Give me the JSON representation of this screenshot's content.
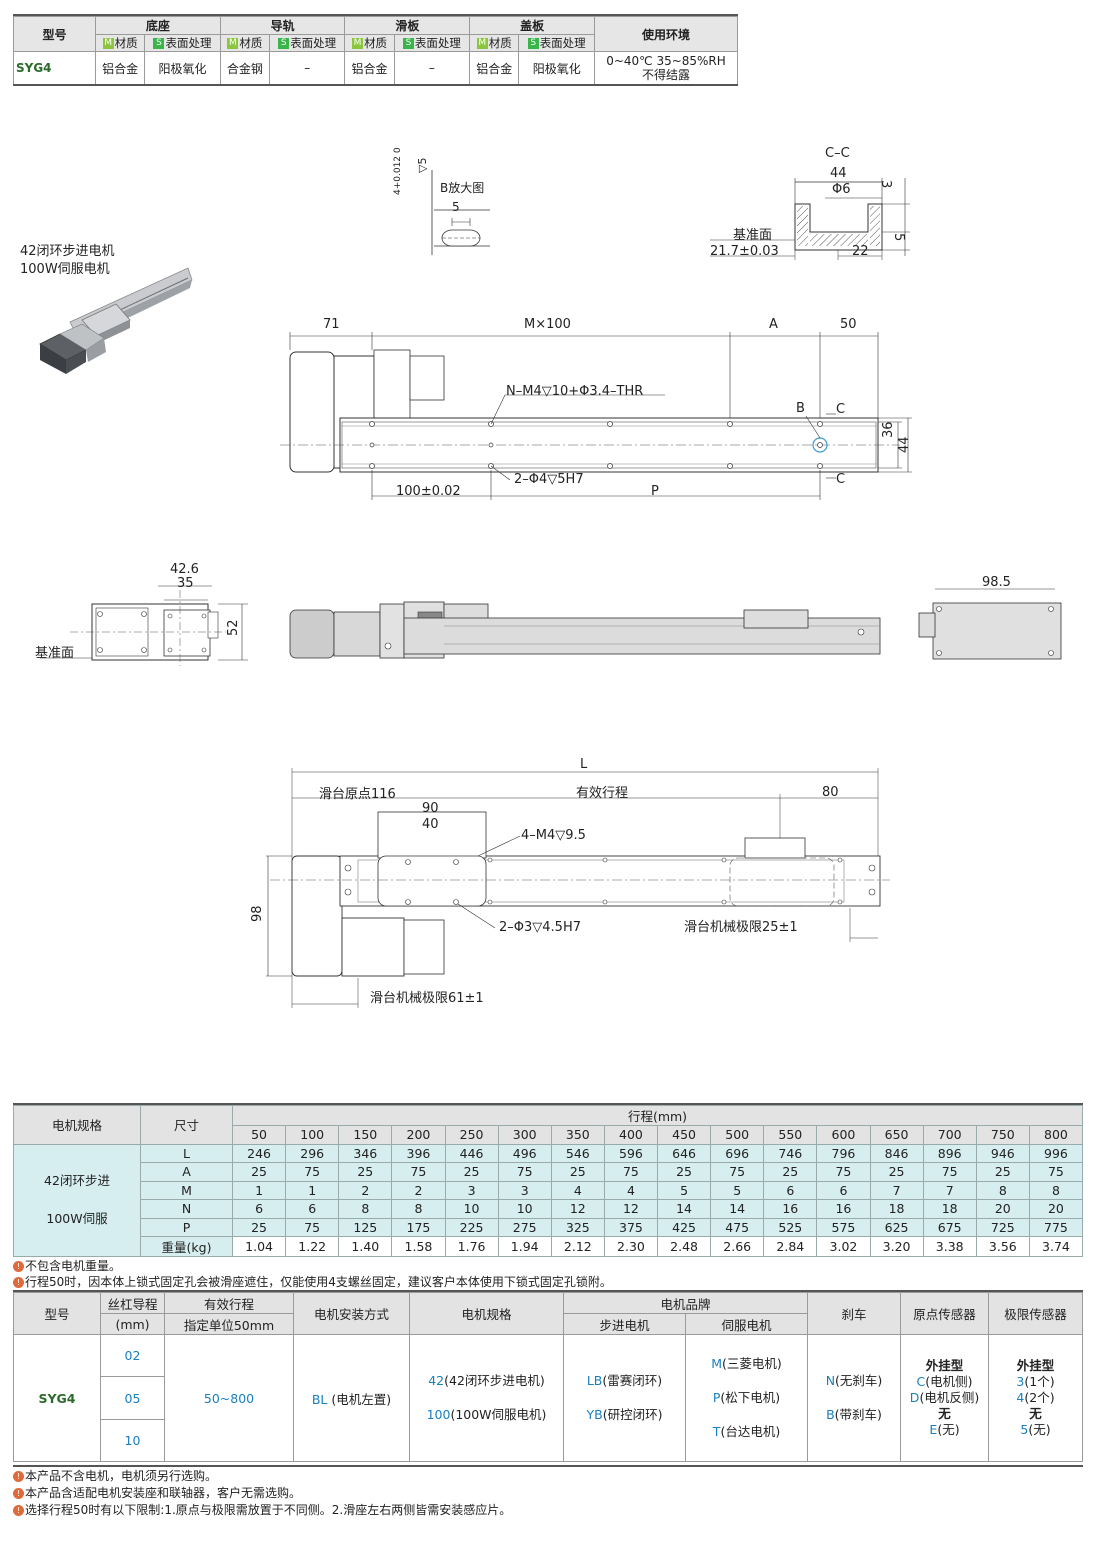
{
  "spec_table": {
    "h_model": "型号",
    "h_base": "底座",
    "h_rail": "导轨",
    "h_slider": "滑板",
    "h_cover": "盖板",
    "h_env": "使用环境",
    "m_badge": "M",
    "s_badge": "S",
    "h_material": "材质",
    "h_surface": "表面处理",
    "model": "SYG4",
    "base_mat": "铝合金",
    "base_surf": "阳极氧化",
    "rail_mat": "合金钢",
    "rail_surf": "–",
    "slider_mat": "铝合金",
    "slider_surf": "–",
    "cover_mat": "铝合金",
    "cover_surf": "阳极氧化",
    "env_line1": "0~40℃  35~85%RH",
    "env_line2": "不得结露"
  },
  "drawing": {
    "motor_line1": "42闭环步进电机",
    "motor_line2": "100W伺服电机",
    "detail_b": "B放大图",
    "detail_b_tol": "4+0.012 0",
    "detail_b_depth": "▽5",
    "detail_b_5": "5",
    "cc_title": "C–C",
    "cc_44": "44",
    "cc_phi6": "Φ6",
    "cc_3": "3",
    "cc_5": "5",
    "cc_22": "22",
    "cc_ref": "基准面",
    "cc_ref_dim": "21.7±0.03",
    "top_71": "71",
    "top_m100": "M×100",
    "top_a": "A",
    "top_50": "50",
    "top_n_m4": "N–M4▽10+Φ3.4–THR",
    "top_b": "B",
    "top_c1": "C",
    "top_c2": "C",
    "top_36": "36",
    "top_44": "44",
    "top_2phi4": "2–Φ4▽5H7",
    "top_100": "100±0.02",
    "top_p": "P",
    "side_426": "42.6",
    "side_35": "35",
    "side_52": "52",
    "side_ref": "基准面",
    "end_985": "98.5",
    "bot_l": "L",
    "bot_origin": "滑台原点116",
    "bot_stroke": "有效行程",
    "bot_80": "80",
    "bot_90": "90",
    "bot_40": "40",
    "bot_4m4": "4–M4▽9.5",
    "bot_98": "98",
    "bot_2phi3": "2–Φ3▽4.5H7",
    "bot_limit25": "滑台机械极限25±1",
    "bot_limit61": "滑台机械极限61±1"
  },
  "dim_table": {
    "h_motor": "电机规格",
    "h_size": "尺寸",
    "h_stroke": "行程(mm)",
    "strokes": [
      "50",
      "100",
      "150",
      "200",
      "250",
      "300",
      "350",
      "400",
      "450",
      "500",
      "550",
      "600",
      "650",
      "700",
      "750",
      "800"
    ],
    "motor1": "42闭环步进",
    "motor2": "100W伺服",
    "rows": [
      {
        "label": "L",
        "values": [
          "246",
          "296",
          "346",
          "396",
          "446",
          "496",
          "546",
          "596",
          "646",
          "696",
          "746",
          "796",
          "846",
          "896",
          "946",
          "996"
        ]
      },
      {
        "label": "A",
        "values": [
          "25",
          "75",
          "25",
          "75",
          "25",
          "75",
          "25",
          "75",
          "25",
          "75",
          "25",
          "75",
          "25",
          "75",
          "25",
          "75"
        ]
      },
      {
        "label": "M",
        "values": [
          "1",
          "1",
          "2",
          "2",
          "3",
          "3",
          "4",
          "4",
          "5",
          "5",
          "6",
          "6",
          "7",
          "7",
          "8",
          "8"
        ]
      },
      {
        "label": "N",
        "values": [
          "6",
          "6",
          "8",
          "8",
          "10",
          "10",
          "12",
          "12",
          "14",
          "14",
          "16",
          "16",
          "18",
          "18",
          "20",
          "20"
        ]
      },
      {
        "label": "P",
        "values": [
          "25",
          "75",
          "125",
          "175",
          "225",
          "275",
          "325",
          "375",
          "425",
          "475",
          "525",
          "575",
          "625",
          "675",
          "725",
          "775"
        ]
      },
      {
        "label": "重量(kg)",
        "values": [
          "1.04",
          "1.22",
          "1.40",
          "1.58",
          "1.76",
          "1.94",
          "2.12",
          "2.30",
          "2.48",
          "2.66",
          "2.84",
          "3.02",
          "3.20",
          "3.38",
          "3.56",
          "3.74"
        ]
      }
    ],
    "note1": "不包含电机重量。",
    "note2": "行程50时，因本体上锁式固定孔会被滑座遮住，仅能使用4支螺丝固定，建议客户本体使用下锁式固定孔锁附。"
  },
  "order_table": {
    "h_model": "型号",
    "h_lead": "丝杠导程",
    "h_lead_unit": "(mm)",
    "h_stroke": "有效行程",
    "h_stroke_unit": "指定单位50mm",
    "h_mount": "电机安装方式",
    "h_motor": "电机规格",
    "h_brand": "电机品牌",
    "h_stepper": "步进电机",
    "h_servo": "伺服电机",
    "h_brake": "刹车",
    "h_origin": "原点传感器",
    "h_limit": "极限传感器",
    "model": "SYG4",
    "lead1": "02",
    "lead2": "05",
    "lead3": "10",
    "stroke": "50~800",
    "mount_code": "BL",
    "mount_desc": "(电机左置)",
    "motor1_code": "42",
    "motor1_desc": "(42闭环步进电机)",
    "motor2_code": "100",
    "motor2_desc": "(100W伺服电机)",
    "step1_code": "LB",
    "step1_desc": "(雷赛闭环)",
    "step2_code": "YB",
    "step2_desc": "(研控闭环)",
    "servo1_code": "M",
    "servo1_desc": "(三菱电机)",
    "servo2_code": "P",
    "servo2_desc": "(松下电机)",
    "servo3_code": "T",
    "servo3_desc": "(台达电机)",
    "brake1_code": "N",
    "brake1_desc": "(无刹车)",
    "brake2_code": "B",
    "brake2_desc": "(带刹车)",
    "origin_title": "外挂型",
    "origin1_code": "C",
    "origin1_desc": "(电机侧)",
    "origin2_code": "D",
    "origin2_desc": "(电机反侧)",
    "origin_none": "无",
    "origin3_code": "E",
    "origin3_desc": "(无)",
    "limit_title": "外挂型",
    "limit1_code": "3",
    "limit1_desc": "(1个)",
    "limit2_code": "4",
    "limit2_desc": "(2个)",
    "limit_none": "无",
    "limit3_code": "5",
    "limit3_desc": "(无)",
    "note1": "本产品不含电机，电机须另行选购。",
    "note2": "本产品含适配电机安装座和联轴器，客户无需选购。",
    "note3": "选择行程50时有以下限制:1.原点与极限需放置于不同侧。2.滑座左右两侧皆需安装感应片。",
    "note_icon": "!"
  }
}
